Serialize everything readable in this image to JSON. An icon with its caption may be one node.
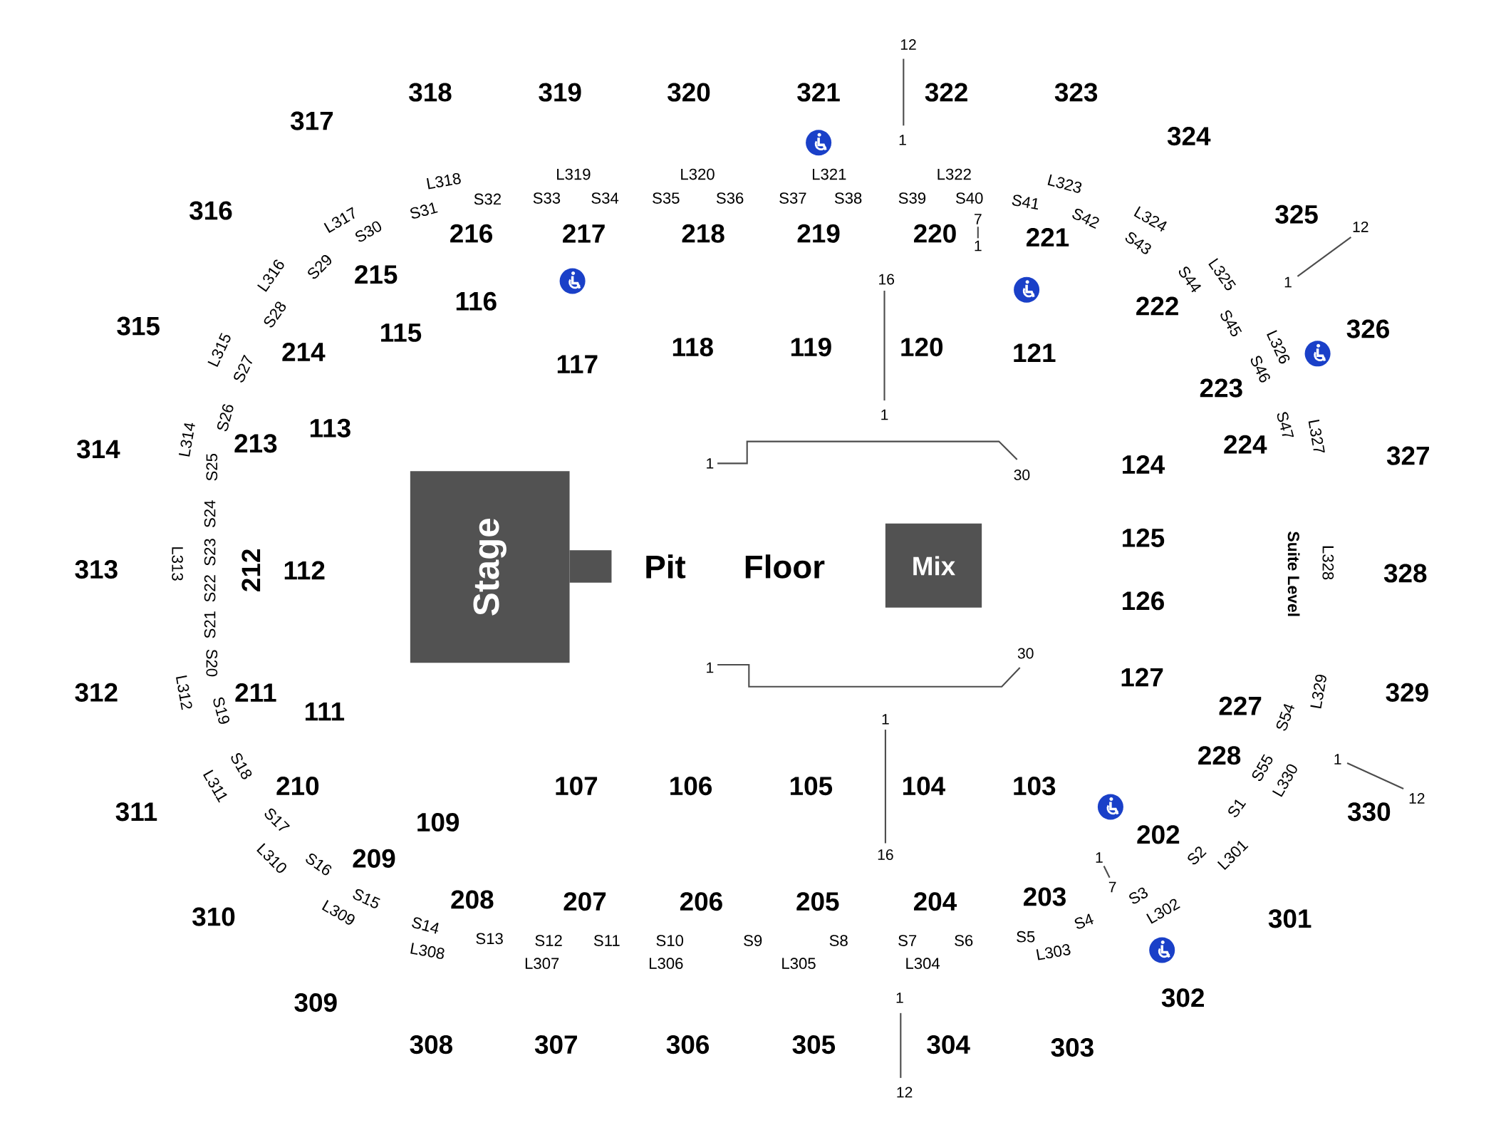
{
  "diagram": {
    "nodes": [
      {
        "text": [
          "Stage"
        ]
      },
      {
        "text": [],
        "shape": "box"
      },
      {
        "text": [
          "Mix"
        ]
      }
    ],
    "edges": [],
    "labels": [
      "318",
      "319",
      "320",
      "321",
      "322",
      "323",
      "317",
      "324",
      "316",
      "325",
      "315",
      "326",
      "314",
      "327",
      "313",
      "328",
      "312",
      "329",
      "311",
      "330",
      "310",
      "301",
      "309",
      "302",
      "308",
      "307",
      "306",
      "305",
      "304",
      "303",
      "216",
      "217",
      "218",
      "219",
      "220",
      "221",
      "215",
      "222",
      "214",
      "223",
      "213",
      "224",
      "212",
      "211",
      "227",
      "228",
      "210",
      "202",
      "209",
      "208",
      "207",
      "206",
      "205",
      "204",
      "203",
      "116",
      "115",
      "117",
      "118",
      "119",
      "120",
      "121",
      "113",
      "124",
      "112",
      "125",
      "126",
      "127",
      "111",
      "109",
      "107",
      "106",
      "105",
      "104",
      "103",
      "L318",
      "L319",
      "L320",
      "L321",
      "L322",
      "L323",
      "L317",
      "L324",
      "L316",
      "L325",
      "L315",
      "L326",
      "L314",
      "L327",
      "L313",
      "L328",
      "L312",
      "L329",
      "L311",
      "L330",
      "L310",
      "L301",
      "L309",
      "L302",
      "L308",
      "L303",
      "L307",
      "L306",
      "L305",
      "L304",
      "S31",
      "S32",
      "S33",
      "S34",
      "S35",
      "S36",
      "S37",
      "S38",
      "S39",
      "S40",
      "S41",
      "S42",
      "S43",
      "S30",
      "S29",
      "S44",
      "S28",
      "S45",
      "S27",
      "S46",
      "S26",
      "S47",
      "S25",
      "S24",
      "S23",
      "S22",
      "S21",
      "S20",
      "S19",
      "S18",
      "S17",
      "S16",
      "S15",
      "S14",
      "S13",
      "S12",
      "S11",
      "S10",
      "S9",
      "S8",
      "S7",
      "S6",
      "S5",
      "S4",
      "S3",
      "S2",
      "S1",
      "S55",
      "S54",
      "Suite Level",
      "Pit",
      "Floor",
      "12",
      "1",
      "7",
      "1",
      "16",
      "1",
      "12",
      "1",
      "1",
      "30",
      "1",
      "30",
      "1",
      "16",
      "1",
      "12",
      "1",
      "7",
      "1",
      "12"
    ]
  }
}
